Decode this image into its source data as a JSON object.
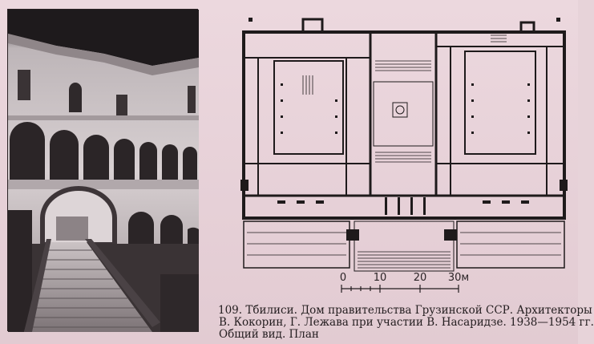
{
  "caption": {
    "line1": "109. Тбилиси. Дом правительства Грузинской ССР. Архитекторы",
    "line2": "В. Кокорин, Г. Лежава при участии В. Насаридзе. 1938—1954 гг.",
    "line3": "Общий вид. План"
  },
  "scale_bar": {
    "ticks": [
      "0",
      "10",
      "20",
      "30м"
    ]
  },
  "colors": {
    "background": "#e7d3d9",
    "ink": "#231d1f",
    "plan_line": "#1e1a1b"
  }
}
